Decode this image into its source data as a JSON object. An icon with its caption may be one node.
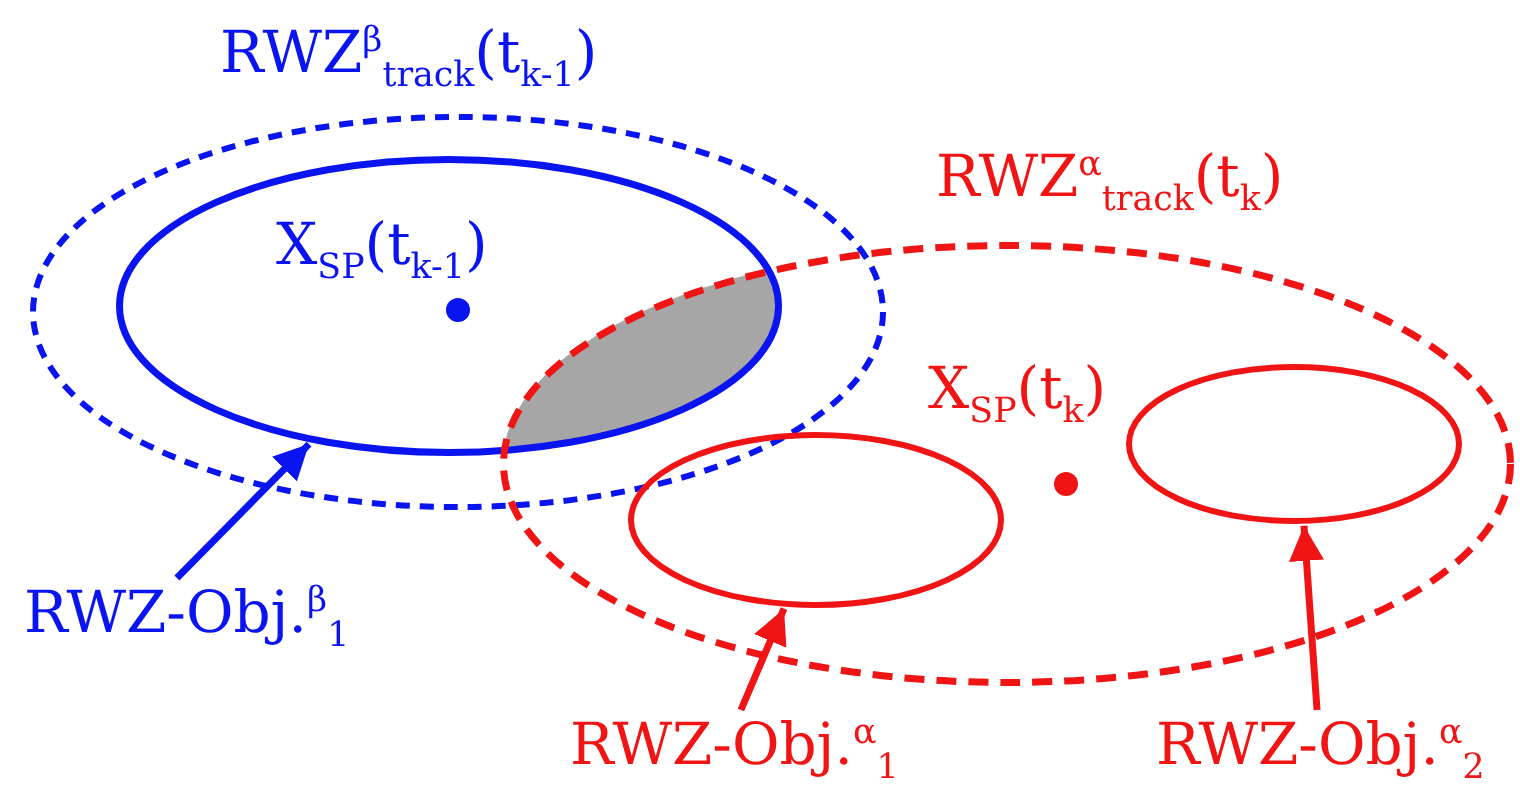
{
  "diagram": {
    "nodes": [
      {
        "text": [
          "RWZ$^{β}$$_{track}$(t$_{k-1}$)"
        ]
      },
      {
        "text": [],
        "shape": "ellipse",
        "in": 0
      },
      {
        "text": [
          "RWZ$^{α}$$_{track}$(t$_{k}$)"
        ]
      },
      {
        "text": [],
        "shape": "ellipse",
        "in": 2
      },
      {
        "text": [],
        "shape": "ellipse",
        "in": 2
      },
      {
        "text": [
          "RWZ-Obj.$^{β}$$_{1}$"
        ]
      },
      {
        "text": [
          "RWZ-Obj.$^{α}$$_{1}$"
        ]
      },
      {
        "text": [
          "RWZ-Obj.$^{α}$$_{2}$"
        ]
      },
      {
        "text": [],
        "shape": "region"
      }
    ],
    "edges": [
      {
        "from": 5,
        "to": 1,
        "arrow": "to",
        "color": "#0a14f0"
      },
      {
        "from": 6,
        "to": 3,
        "arrow": "to"
      },
      {
        "from": 7,
        "to": 4,
        "arrow": "to"
      }
    ],
    "labels": [
      "X$_{SP}$(t$_{k-1}$)",
      "X$_{SP}$(t$_{k}$)"
    ]
  }
}
